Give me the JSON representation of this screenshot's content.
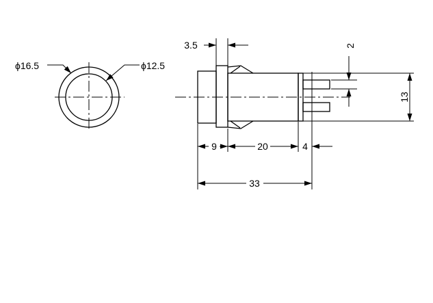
{
  "front_view": {
    "outer_diameter_label": "ϕ16.5",
    "inner_diameter_label": "ϕ12.5"
  },
  "side_view": {
    "dimensions": {
      "flange": "3.5",
      "terminal": "2",
      "height": "13",
      "lens": "9",
      "body": "20",
      "rear": "4",
      "overall": "33"
    }
  },
  "colors": {
    "background": "#ffffff",
    "line": "#000000"
  }
}
